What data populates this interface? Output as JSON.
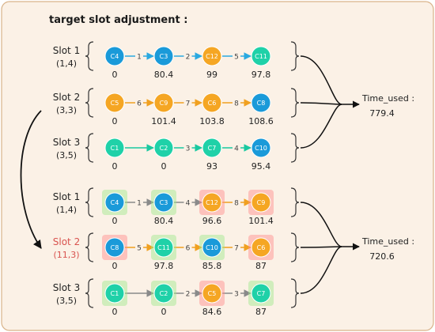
{
  "title": "target slot adjustment :",
  "colors": {
    "background": "#fbf1e6",
    "border": "#d9b38a",
    "blue": "#1a9ad9",
    "orange": "#f5a623",
    "green": "#1fd1a8",
    "arrow_blue": "#2aa9e0",
    "arrow_orange": "#f0a020",
    "arrow_green": "#19c9a0",
    "arrow_gray": "#8a8a8a",
    "highlight_red": "#ff8a8a",
    "highlight_green": "#9be88a",
    "label_red": "#d9534f"
  },
  "time_labels": [
    {
      "label": "Time_used :",
      "value": "779.4"
    },
    {
      "label": "Time_used :",
      "value": "720.6"
    }
  ],
  "rows": [
    {
      "slot": "Slot 1",
      "coords": "(1,4)",
      "label_color": "normal",
      "nodes": [
        {
          "id": "C4",
          "color": "blue",
          "value": "0",
          "highlight": "none"
        },
        {
          "id": "C3",
          "color": "blue",
          "value": "80.4",
          "highlight": "none"
        },
        {
          "id": "C12",
          "color": "orange",
          "value": "99",
          "highlight": "none"
        },
        {
          "id": "C11",
          "color": "green",
          "value": "97.8",
          "highlight": "none"
        }
      ],
      "arrows": [
        {
          "label": "1",
          "color": "blue"
        },
        {
          "label": "2",
          "color": "blue"
        },
        {
          "label": "5",
          "color": "blue"
        }
      ]
    },
    {
      "slot": "Slot 2",
      "coords": "(3,3)",
      "label_color": "normal",
      "nodes": [
        {
          "id": "C5",
          "color": "orange",
          "value": "0",
          "highlight": "none"
        },
        {
          "id": "C9",
          "color": "orange",
          "value": "101.4",
          "highlight": "none"
        },
        {
          "id": "C6",
          "color": "orange",
          "value": "103.8",
          "highlight": "none"
        },
        {
          "id": "C8",
          "color": "blue",
          "value": "108.6",
          "highlight": "none"
        }
      ],
      "arrows": [
        {
          "label": "6",
          "color": "orange"
        },
        {
          "label": "7",
          "color": "orange"
        },
        {
          "label": "8",
          "color": "orange"
        }
      ]
    },
    {
      "slot": "Slot 3",
      "coords": "(3,5)",
      "label_color": "normal",
      "nodes": [
        {
          "id": "C1",
          "color": "green",
          "value": "0",
          "highlight": "none"
        },
        {
          "id": "C2",
          "color": "green",
          "value": "0",
          "highlight": "none"
        },
        {
          "id": "C7",
          "color": "green",
          "value": "93",
          "highlight": "none"
        },
        {
          "id": "C10",
          "color": "blue",
          "value": "95.4",
          "highlight": "none"
        }
      ],
      "arrows": [
        {
          "label": "",
          "color": "green"
        },
        {
          "label": "3",
          "color": "green"
        },
        {
          "label": "4",
          "color": "green"
        }
      ]
    },
    {
      "slot": "Slot 1",
      "coords": "(1,4)",
      "label_color": "normal",
      "nodes": [
        {
          "id": "C4",
          "color": "blue",
          "value": "0",
          "highlight": "green"
        },
        {
          "id": "C3",
          "color": "blue",
          "value": "80.4",
          "highlight": "green"
        },
        {
          "id": "C12",
          "color": "orange",
          "value": "96.6",
          "highlight": "red"
        },
        {
          "id": "C9",
          "color": "orange",
          "value": "101.4",
          "highlight": "red"
        }
      ],
      "arrows": [
        {
          "label": "1",
          "color": "gray"
        },
        {
          "label": "4",
          "color": "gray"
        },
        {
          "label": "8",
          "color": "orange"
        }
      ]
    },
    {
      "slot": "Slot 2",
      "coords": "(11,3)",
      "label_color": "red",
      "nodes": [
        {
          "id": "C8",
          "color": "blue",
          "value": "0",
          "highlight": "red"
        },
        {
          "id": "C11",
          "color": "green",
          "value": "97.8",
          "highlight": "green"
        },
        {
          "id": "C10",
          "color": "blue",
          "value": "85.8",
          "highlight": "green"
        },
        {
          "id": "C6",
          "color": "orange",
          "value": "87",
          "highlight": "red"
        }
      ],
      "arrows": [
        {
          "label": "5",
          "color": "orange"
        },
        {
          "label": "6",
          "color": "orange"
        },
        {
          "label": "7",
          "color": "orange"
        }
      ]
    },
    {
      "slot": "Slot 3",
      "coords": "(3,5)",
      "label_color": "normal",
      "nodes": [
        {
          "id": "C1",
          "color": "green",
          "value": "0",
          "highlight": "green"
        },
        {
          "id": "C2",
          "color": "green",
          "value": "0",
          "highlight": "green"
        },
        {
          "id": "C5",
          "color": "orange",
          "value": "84.6",
          "highlight": "red"
        },
        {
          "id": "C7",
          "color": "green",
          "value": "87",
          "highlight": "green"
        }
      ],
      "arrows": [
        {
          "label": "",
          "color": "gray"
        },
        {
          "label": "2",
          "color": "gray"
        },
        {
          "label": "3",
          "color": "gray"
        }
      ]
    }
  ]
}
